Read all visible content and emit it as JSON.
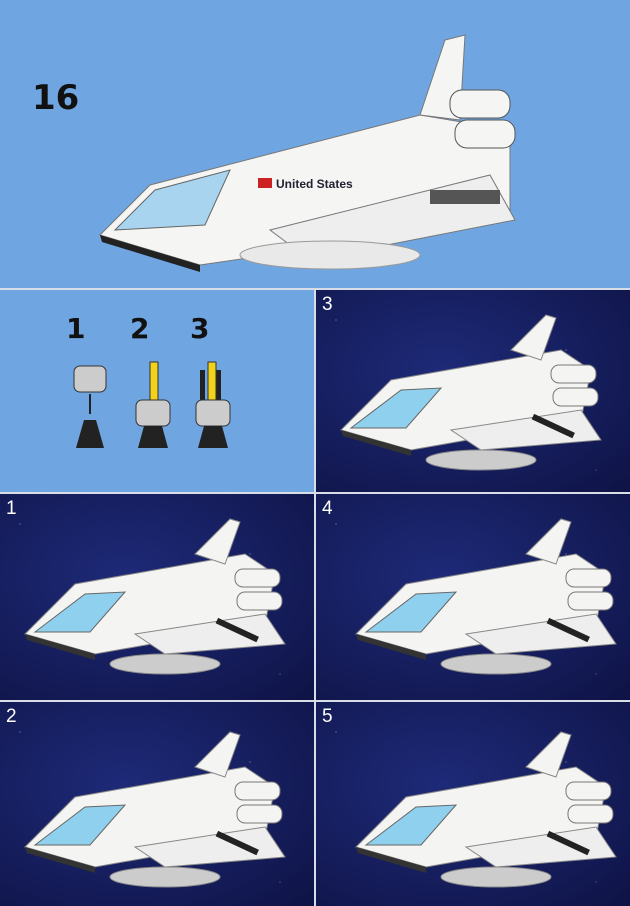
{
  "step": {
    "number": "16",
    "shuttle_text": "United States"
  },
  "substeps": [
    {
      "label": "1"
    },
    {
      "label": "2"
    },
    {
      "label": "3"
    }
  ],
  "panels": [
    {
      "label": "3"
    },
    {
      "label": "1"
    },
    {
      "label": "4"
    },
    {
      "label": "2"
    },
    {
      "label": "5"
    }
  ],
  "colors": {
    "background_blue": "#6fa6e2",
    "space": "#161d5e",
    "accent_yellow": "#f2d21a"
  }
}
